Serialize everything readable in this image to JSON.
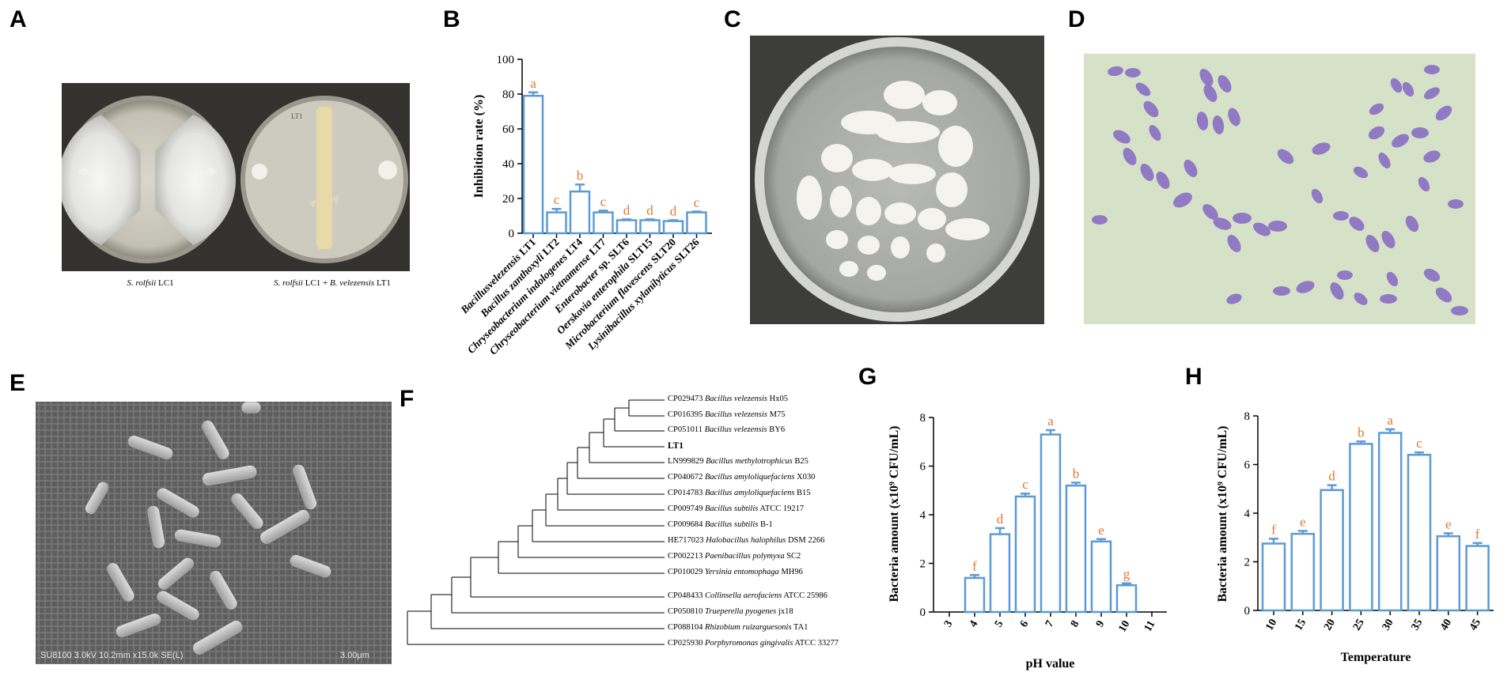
{
  "panels": {
    "A": "A",
    "B": "B",
    "C": "C",
    "D": "D",
    "E": "E",
    "F": "F",
    "G": "G",
    "H": "H"
  },
  "panelA": {
    "caption_left_italic": "S. rolfsii",
    "caption_left_rest": " LC1",
    "caption_right_italic1": "S. rolfsii",
    "caption_right_mid": " LC1 + ",
    "caption_right_italic2": "B. velezensis",
    "caption_right_rest": " LT1"
  },
  "panelE": {
    "scale_info": "SU8100 3.0kV 10.2mm x15.0k SE(L)",
    "scale_value": "3.00μm"
  },
  "panelF": {
    "taxa": [
      {
        "acc": "CP029473",
        "sp": "Bacillus velezensis",
        "strain": "Hx05"
      },
      {
        "acc": "CP016395",
        "sp": "Bacillus velezensis",
        "strain": "M75"
      },
      {
        "acc": "CP051011",
        "sp": "Bacillus velezensis",
        "strain": "BY6"
      },
      {
        "acc": "",
        "sp": "",
        "strain": "LT1"
      },
      {
        "acc": "LN999829",
        "sp": "Bacillus methylotrophicus",
        "strain": "B25"
      },
      {
        "acc": "CP040672",
        "sp": "Bacillus amyloliquefaciens",
        "strain": "X030"
      },
      {
        "acc": "CP014783",
        "sp": "Bacillus amyloliquefaciens",
        "strain": "B15"
      },
      {
        "acc": "CP009749",
        "sp": "Bacillus subtilis",
        "strain": "ATCC 19217"
      },
      {
        "acc": "CP009684",
        "sp": "Bacillus subtilis",
        "strain": "B-1"
      },
      {
        "acc": "HE717023",
        "sp": "Halobacillus halophilus",
        "strain": "DSM 2266"
      },
      {
        "acc": "CP002213",
        "sp": "Paenibacillus polymyxa",
        "strain": "SC2"
      },
      {
        "acc": "CP010029",
        "sp": "Yersinia entomophaga",
        "strain": "MH96"
      },
      {
        "acc": "CP048433",
        "sp": "Collinsella aerofaciens",
        "strain": "ATCC 25986"
      },
      {
        "acc": "CP050810",
        "sp": "Trueperella pyogenes",
        "strain": "jx18"
      },
      {
        "acc": "CP088104",
        "sp": "Rhizobium ruizarguesonis",
        "strain": "TA1"
      },
      {
        "acc": "CP025930",
        "sp": "Porphyromonas gingivalis",
        "strain": "ATCC 33277"
      }
    ]
  },
  "chart_data": [
    {
      "panel": "B",
      "type": "bar",
      "ylabel": "Inhibition rate (%)",
      "xlabel": "",
      "ylim": [
        0,
        100
      ],
      "yticks": [
        0,
        20,
        40,
        60,
        80,
        100
      ],
      "categories": [
        {
          "genus": "Bacillusvelezensis",
          "rest": " LT1"
        },
        {
          "genus": "Bacillus zanthoxyli",
          "rest": " LT2"
        },
        {
          "genus": "Chryseobacterium indologenes",
          "rest": " LT4"
        },
        {
          "genus": "Chryseobacterium vietnamense",
          "rest": " LT7"
        },
        {
          "genus": "Enterobacter",
          "rest": " sp. SLT6"
        },
        {
          "genus": "Oerskovia enterophila",
          "rest": " SLT15"
        },
        {
          "genus": "Microbacterium flavescens",
          "rest": " SLT20"
        },
        {
          "genus": "Lysinibacillus xylanilyticus",
          "rest": " SLT26"
        }
      ],
      "values": [
        79,
        12,
        24,
        12,
        7.5,
        7.5,
        7,
        12
      ],
      "errors": [
        2,
        2,
        4,
        1,
        0.5,
        0.5,
        0.5,
        0.5
      ],
      "letters": [
        "a",
        "c",
        "b",
        "c",
        "d",
        "d",
        "d",
        "c"
      ],
      "bar_color": "#5b9bd5",
      "letter_color": "#e0782a"
    },
    {
      "panel": "G",
      "type": "bar",
      "ylabel": "Bacteria amount (x10⁹ CFU/mL)",
      "xlabel": "pH value",
      "ylim": [
        0,
        8
      ],
      "yticks": [
        0,
        2,
        4,
        6,
        8
      ],
      "categories": [
        "3",
        "4",
        "5",
        "6",
        "7",
        "8",
        "9",
        "10",
        "11"
      ],
      "values": [
        null,
        1.4,
        3.2,
        4.75,
        7.3,
        5.2,
        2.9,
        1.1,
        null
      ],
      "errors": [
        null,
        0.12,
        0.25,
        0.12,
        0.18,
        0.12,
        0.1,
        0.08,
        null
      ],
      "letters": [
        "",
        "f",
        "d",
        "c",
        "a",
        "b",
        "e",
        "g",
        ""
      ],
      "bar_color": "#5b9bd5",
      "letter_color": "#e0782a"
    },
    {
      "panel": "H",
      "type": "bar",
      "ylabel": "Bacteria amount (x10⁹ CFU/mL)",
      "xlabel": "Temperature",
      "ylim": [
        0,
        8
      ],
      "yticks": [
        0,
        2,
        4,
        6,
        8
      ],
      "categories": [
        "10",
        "15",
        "20",
        "25",
        "30",
        "35",
        "40",
        "45"
      ],
      "values": [
        2.75,
        3.15,
        4.95,
        6.85,
        7.3,
        6.4,
        3.05,
        2.65
      ],
      "errors": [
        0.2,
        0.12,
        0.2,
        0.1,
        0.15,
        0.1,
        0.12,
        0.12
      ],
      "letters": [
        "f",
        "e",
        "d",
        "b",
        "a",
        "c",
        "e",
        "f"
      ],
      "bar_color": "#5b9bd5",
      "letter_color": "#e0782a"
    }
  ]
}
